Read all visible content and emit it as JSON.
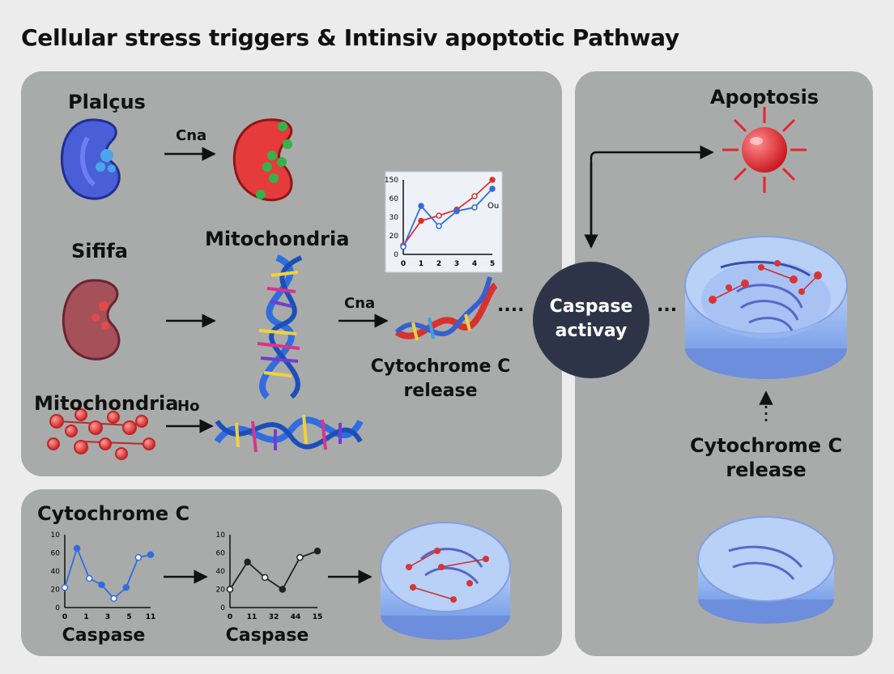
{
  "title": "Cellular stress triggers & Intinsiv apoptotic Pathway",
  "labels": {
    "plalcus": "Plalçus",
    "cna_top": "Cna",
    "sififa": "Sififa",
    "mitochondria_mid": "Mitochondria",
    "cna_mid": "Cna",
    "mitochondria_bottom": "Mitochondria",
    "ho": "Ho",
    "cyto_release_1": "Cytochrome C",
    "cyto_release_2": "release",
    "caspase_1": "Caspase",
    "caspase_2": "activay",
    "apoptosis": "Apoptosis",
    "right_cyto_1": "Cytochrome C",
    "right_cyto_2": "release",
    "bottom_cyto": "Cytochrome C",
    "caspase_left": "Caspase",
    "caspase_right": "Caspase",
    "ellipsis": "....",
    "ellipsis_right": "..."
  },
  "colors": {
    "background": "#ececec",
    "panel": "#a9abaa",
    "kidney_blue": "#4a5ed8",
    "kidney_red": "#e53b3b",
    "kidney_maroon": "#a6505a",
    "dna_blue": "#2f6de0",
    "dna_red": "#d9312f",
    "caspase_node": "#2e3448",
    "cell_blue": "#8fb3f0",
    "apoptosis_red": "#e5262c"
  },
  "chart_data": [
    {
      "type": "line",
      "x": [
        0,
        1,
        2,
        3,
        4,
        5
      ],
      "xticks": [
        "0",
        "1",
        "2",
        "3",
        "4",
        "5"
      ],
      "yticks": [
        "0",
        "20",
        "30",
        "60",
        "150"
      ],
      "ylim": [
        0,
        100
      ],
      "legend_text": "Ou",
      "series": [
        {
          "color": "#d9312f",
          "values": [
            12,
            45,
            52,
            60,
            78,
            100
          ]
        },
        {
          "color": "#2f6de0",
          "values": [
            10,
            65,
            38,
            58,
            63,
            88
          ]
        }
      ]
    },
    {
      "type": "line",
      "xticks": [
        "0",
        "1",
        "3",
        "5",
        "11"
      ],
      "yticks": [
        "0",
        "20",
        "40",
        "60",
        "10"
      ],
      "ylim": [
        0,
        80
      ],
      "color": "#2f6de0",
      "x": [
        0,
        1,
        2,
        3,
        4,
        5,
        6,
        7
      ],
      "values": [
        22,
        65,
        32,
        25,
        10,
        22,
        55,
        58
      ]
    },
    {
      "type": "line",
      "xticks": [
        "0",
        "11",
        "32",
        "44",
        "15"
      ],
      "yticks": [
        "0",
        "20",
        "40",
        "60",
        "10"
      ],
      "ylim": [
        0,
        80
      ],
      "color": "#222222",
      "x": [
        0,
        1,
        2,
        3,
        4,
        5
      ],
      "values": [
        20,
        50,
        33,
        20,
        55,
        62
      ]
    }
  ]
}
